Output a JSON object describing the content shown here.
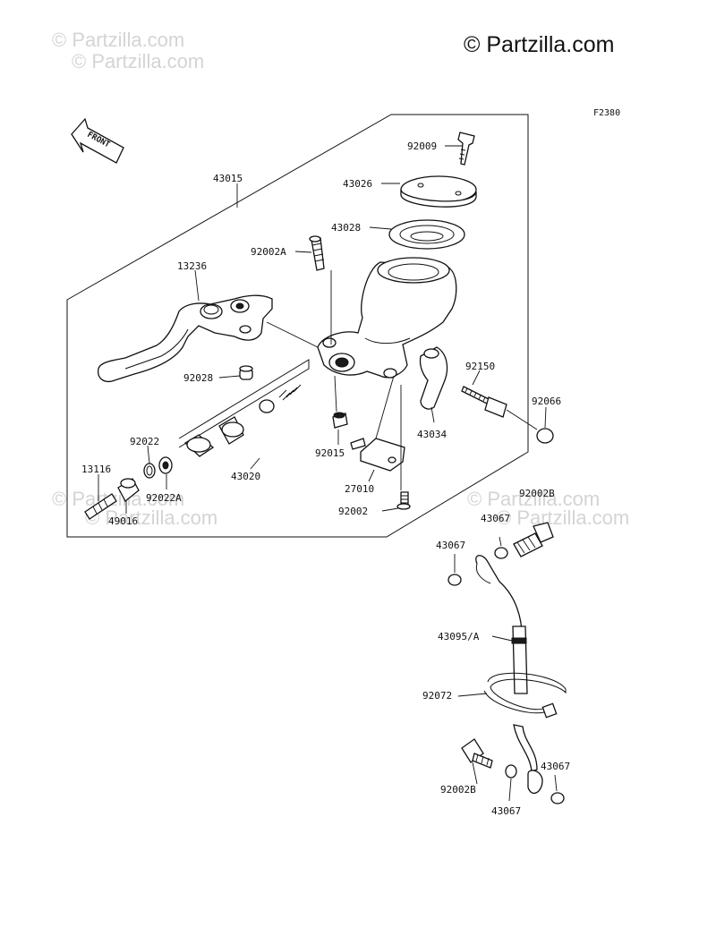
{
  "watermark": "© Partzilla.com",
  "brand": "© Partzilla.com",
  "figure_code": "F2380",
  "front_arrow_label": "FRONT",
  "labels": {
    "l43015": "43015",
    "l92009": "92009",
    "l43026": "43026",
    "l43028": "43028",
    "l92002A": "92002A",
    "l13236": "13236",
    "l92028": "92028",
    "l92150": "92150",
    "l92066": "92066",
    "l43034": "43034",
    "l92022": "92022",
    "l13116": "13116",
    "l92022A": "92022A",
    "l49016": "49016",
    "l43020": "43020",
    "l92015": "92015",
    "l27010": "27010",
    "l92002": "92002",
    "l92002B_top": "92002B",
    "l43067_a": "43067",
    "l43067_b": "43067",
    "l43095A": "43095/A",
    "l92072": "92072",
    "l92002B_bot": "92002B",
    "l43067_c": "43067",
    "l43067_d": "43067"
  }
}
